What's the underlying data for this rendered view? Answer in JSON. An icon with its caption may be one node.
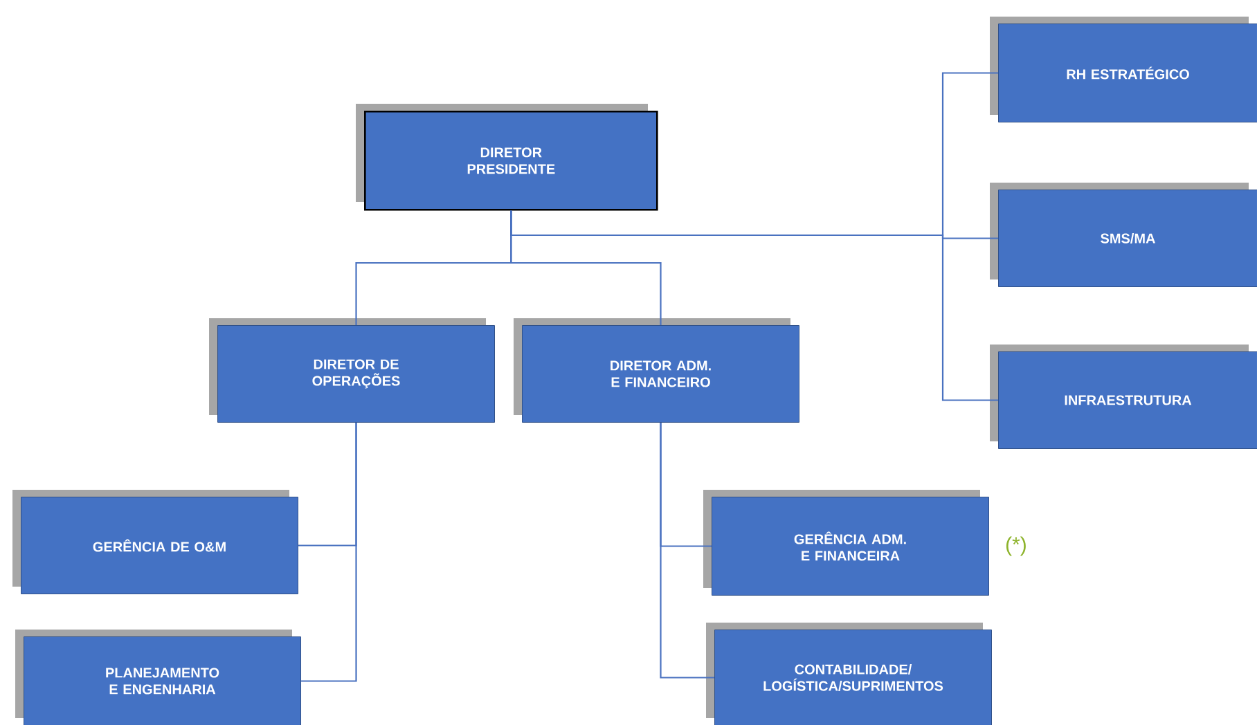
{
  "diagram": {
    "nodes": [
      {
        "text": [
          "DIRETOR PRESIDENTE"
        ]
      },
      {
        "text": [
          "DIRETOR DE OPERAÇÕES"
        ]
      },
      {
        "text": [
          "DIRETOR ADM. E FINANCEIRO"
        ]
      },
      {
        "text": [
          "RH ESTRATÉGICO"
        ]
      },
      {
        "text": [
          "SMS/MA"
        ]
      },
      {
        "text": [
          "INFRAESTRUTURA"
        ]
      },
      {
        "text": [
          "GERÊNCIA DE O&M"
        ]
      },
      {
        "text": [
          "PLANEJAMENTO E ENGENHARIA"
        ]
      },
      {
        "text": [
          "GERÊNCIA ADM. E FINANCEIRA"
        ],
        "beside": [
          "(*)"
        ]
      },
      {
        "text": [
          "CONTABILIDADE/ LOGÍSTICA/SUPRIMENTOS"
        ]
      }
    ],
    "edges": [
      {
        "from": 0,
        "to": 1,
        "arrow": "none"
      },
      {
        "from": 0,
        "to": 2,
        "arrow": "none"
      },
      {
        "from": 0,
        "to": 3,
        "arrow": "none"
      },
      {
        "from": 0,
        "to": 4,
        "arrow": "none"
      },
      {
        "from": 0,
        "to": 5,
        "arrow": "none"
      },
      {
        "from": 1,
        "to": 6,
        "arrow": "none"
      },
      {
        "from": 1,
        "to": 7,
        "arrow": "none"
      },
      {
        "from": 2,
        "to": 8,
        "arrow": "none"
      },
      {
        "from": 2,
        "to": 9,
        "arrow": "none"
      }
    ]
  }
}
